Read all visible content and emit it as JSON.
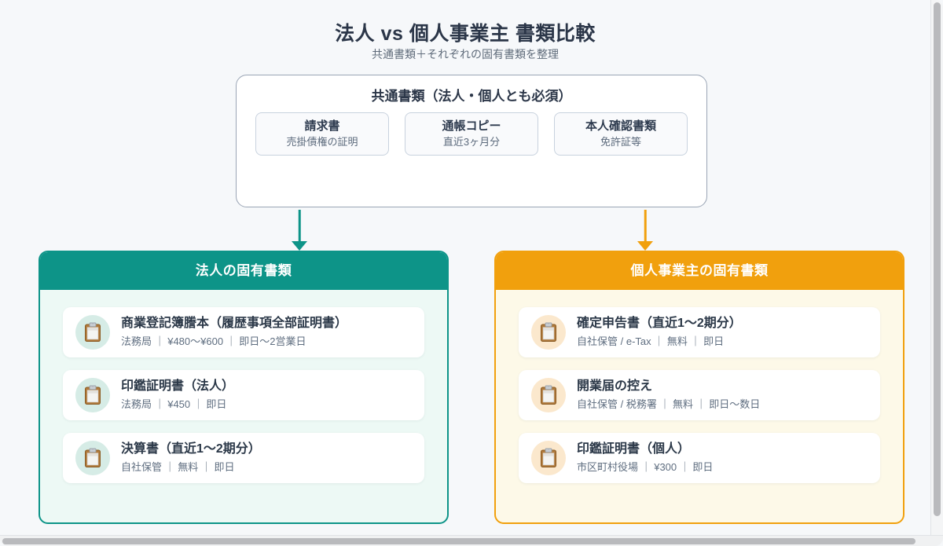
{
  "page": {
    "title": "法人 vs 個人事業主 書類比較",
    "subtitle": "共通書類＋それぞれの固有書類を整理"
  },
  "common": {
    "title": "共通書類（法人・個人とも必須）",
    "cards": [
      {
        "title": "請求書",
        "subtitle": "売掛債権の証明"
      },
      {
        "title": "通帳コピー",
        "subtitle": "直近3ヶ月分"
      },
      {
        "title": "本人確認書類",
        "subtitle": "免許証等"
      }
    ]
  },
  "panels": [
    {
      "title": "法人の固有書類",
      "items": [
        {
          "title": "商業登記簿謄本（履歴事項全部証明書）",
          "meta": "法務局 ｜ ¥480〜¥600 ｜ 即日〜2営業日"
        },
        {
          "title": "印鑑証明書（法人）",
          "meta": "法務局 ｜ ¥450 ｜ 即日"
        },
        {
          "title": "決算書（直近1〜2期分）",
          "meta": "自社保管 ｜ 無料 ｜ 即日"
        }
      ]
    },
    {
      "title": "個人事業主の固有書類",
      "items": [
        {
          "title": "確定申告書（直近1〜2期分）",
          "meta": "自社保管 / e-Tax ｜ 無料 ｜ 即日"
        },
        {
          "title": "開業届の控え",
          "meta": "自社保管 / 税務署 ｜ 無料 ｜ 即日〜数日"
        },
        {
          "title": "印鑑証明書（個人）",
          "meta": "市区町村役場 ｜ ¥300 ｜ 即日"
        }
      ]
    }
  ],
  "icons": {
    "item_icon": "clipboard-icon",
    "arrow_left": "arrow-down-teal",
    "arrow_right": "arrow-down-orange"
  },
  "colors": {
    "teal": "#0d9488",
    "orange": "#f1a00d",
    "ink": "#2d3748",
    "meta": "#5f6e80",
    "page-bg": "#f6f8fa"
  }
}
